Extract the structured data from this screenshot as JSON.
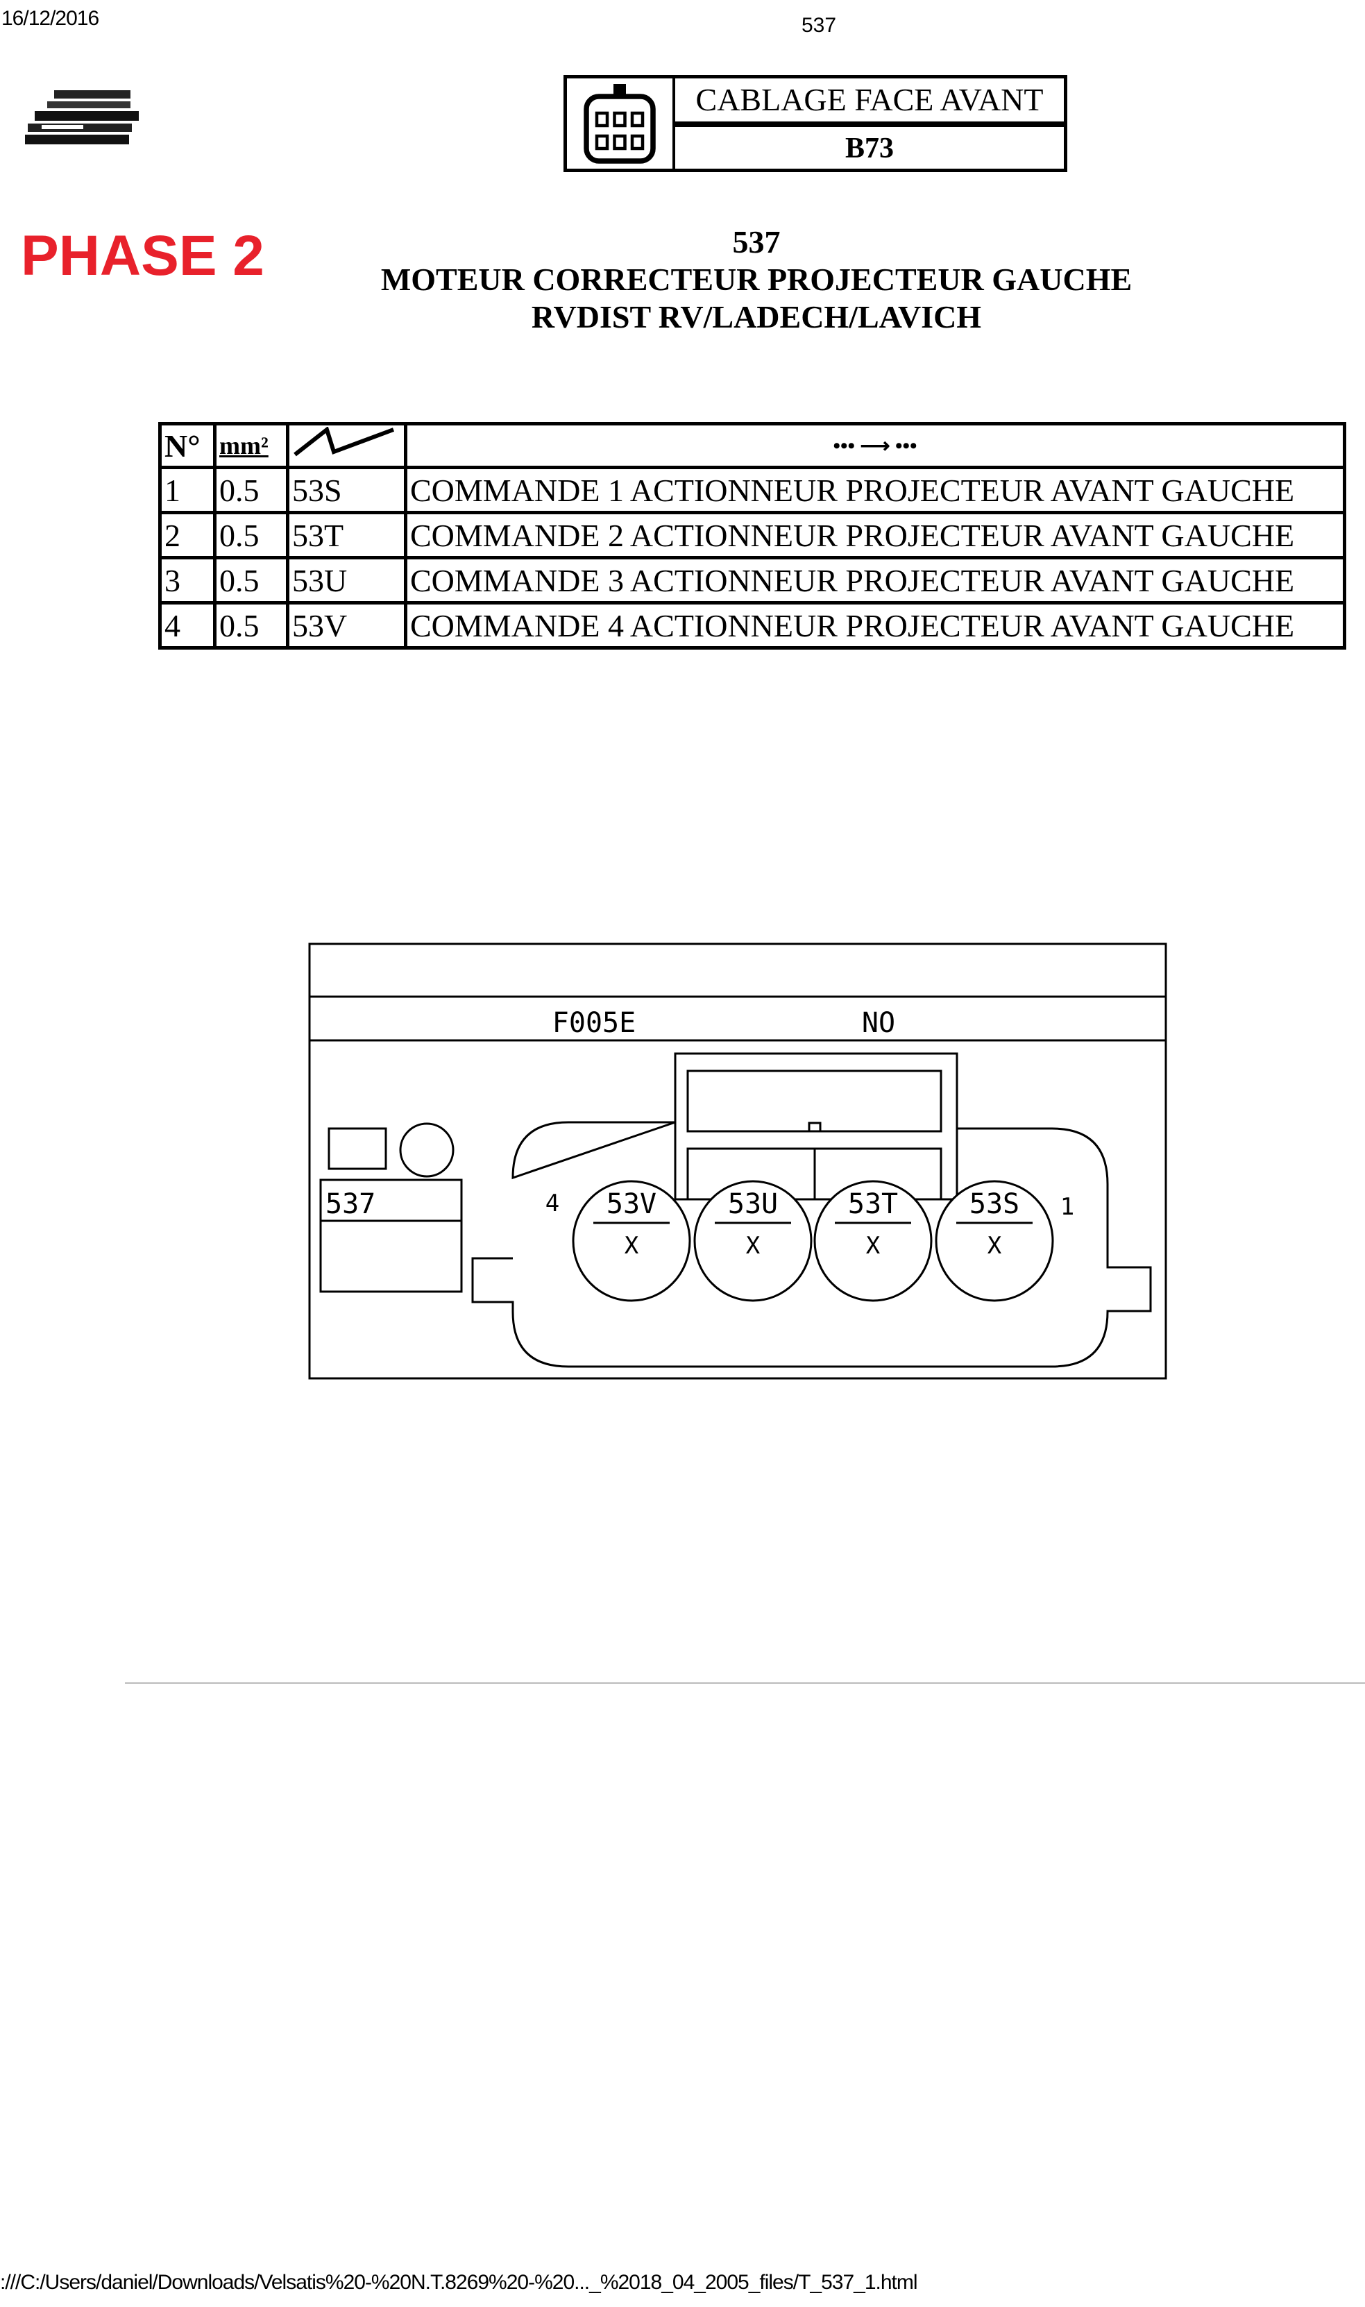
{
  "header": {
    "date": "16/12/2016",
    "page_number": "537"
  },
  "title_box": {
    "line1": "CABLAGE FACE AVANT",
    "line2": "B73"
  },
  "phase_label": "PHASE 2",
  "phase_color": "#e8212b",
  "heading": {
    "number": "537",
    "line1": "MOTEUR CORRECTEUR PROJECTEUR GAUCHE",
    "line2": "RVDIST RV/LADECH/LAVICH"
  },
  "table": {
    "headers": {
      "no": "N°",
      "section": "mm²",
      "direction": "••• ⟶ •••"
    },
    "rows": [
      {
        "no": "1",
        "section": "0.5",
        "wire": "53S",
        "description": "COMMANDE 1 ACTIONNEUR PROJECTEUR AVANT GAUCHE"
      },
      {
        "no": "2",
        "section": "0.5",
        "wire": "53T",
        "description": "COMMANDE 2 ACTIONNEUR PROJECTEUR AVANT GAUCHE"
      },
      {
        "no": "3",
        "section": "0.5",
        "wire": "53U",
        "description": "COMMANDE 3 ACTIONNEUR PROJECTEUR AVANT GAUCHE"
      },
      {
        "no": "4",
        "section": "0.5",
        "wire": "53V",
        "description": "COMMANDE 4 ACTIONNEUR PROJECTEUR AVANT GAUCHE"
      }
    ]
  },
  "diagram": {
    "code": "F005E",
    "status": "NO",
    "connector_ref": "537",
    "pin_left_label": "4",
    "pin_right_label": "1",
    "pins": [
      {
        "wire": "53V",
        "mark": "X"
      },
      {
        "wire": "53U",
        "mark": "X"
      },
      {
        "wire": "53T",
        "mark": "X"
      },
      {
        "wire": "53S",
        "mark": "X"
      }
    ]
  },
  "footer": {
    "path": ":///C:/Users/daniel/Downloads/Velsatis%20-%20N.T.8269%20-%20..._%2018_04_2005_files/T_537_1.html"
  }
}
